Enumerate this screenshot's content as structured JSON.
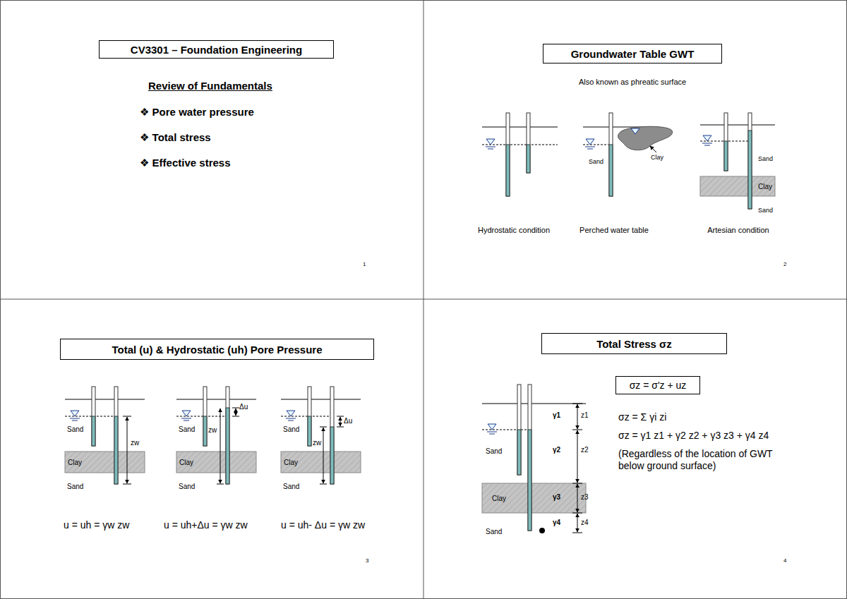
{
  "diagram": {
    "nodes": [
      {
        "text": [
          "CV3301 – Foundation Engineering"
        ]
      },
      {
        "text": [
          "Groundwater Table GWT"
        ]
      },
      {
        "text": [
          "Clay"
        ]
      },
      {
        "text": [
          "Total (u) & Hydrostatic (uh) Pore Pressure"
        ]
      },
      {
        "text": [
          "Clay"
        ]
      },
      {
        "text": [
          "Clay"
        ]
      },
      {
        "text": [
          "Clay"
        ]
      },
      {
        "text": [
          "Total Stress σz"
        ]
      },
      {
        "text": [
          "σz = σ'z + uz"
        ]
      },
      {
        "text": [
          "Clay"
        ]
      }
    ],
    "labels": [
      "Review of Fundamentals",
      "❖ Pore water pressure",
      "❖ Total stress",
      "❖ Effective stress",
      "1",
      "Also known as phreatic surface",
      "Sand",
      "Clay",
      "Sand",
      "Sand",
      "Hydrostatic condition",
      "Perched water table",
      "Artesian condition",
      "2",
      "Sand",
      "zw",
      "Sand",
      "Sand",
      "Δu",
      "zw",
      "Sand",
      "Sand",
      "Δu",
      "zw",
      "Sand",
      "u = uh = γw zw",
      "u = uh+Δu = γw zw",
      "u = uh- Δu = γw zw",
      "3",
      "Sand",
      "γ1",
      "z1",
      "γ2",
      "z2",
      "γ3",
      "z3",
      "γ4",
      "z4",
      "Sand",
      "σz = Σ γi zi",
      "σz = γ1 z1 + γ2 z2 + γ3 z3 + γ4 z4",
      "(Regardless of the location of GWT below ground surface)",
      "4"
    ]
  }
}
